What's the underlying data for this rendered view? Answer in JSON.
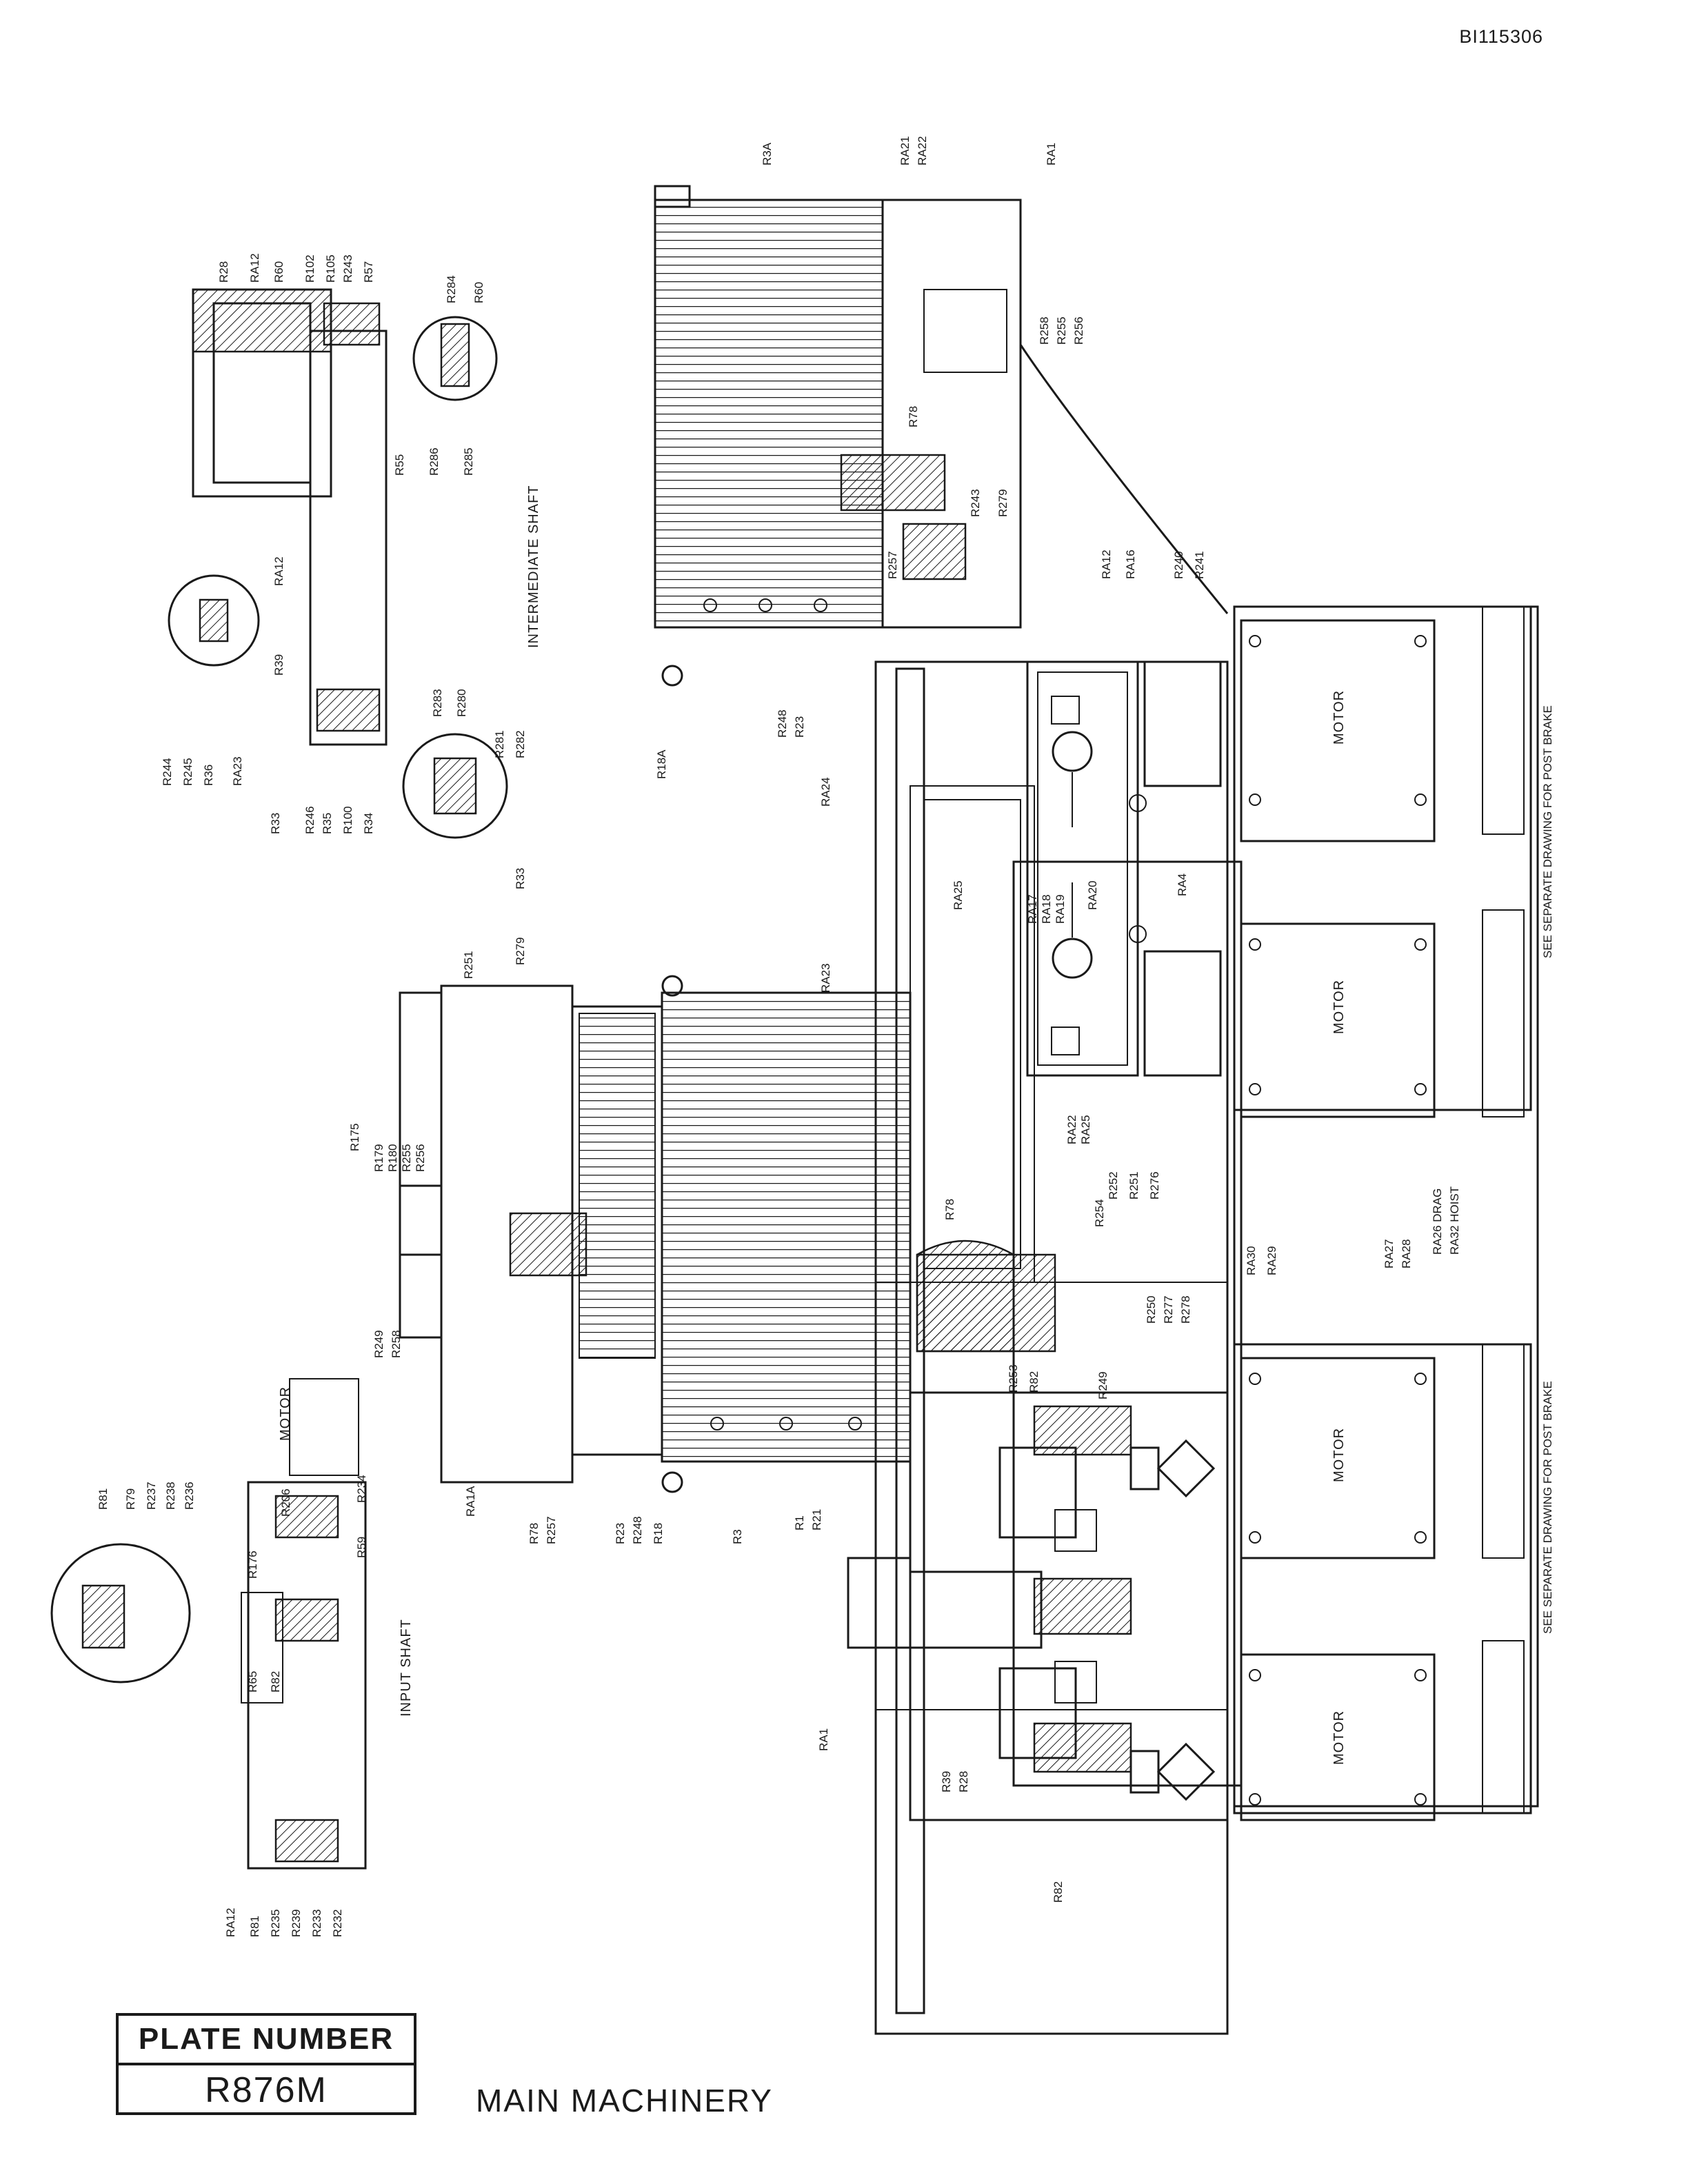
{
  "document": {
    "doc_id": "BI115306"
  },
  "plate": {
    "header": "PLATE NUMBER",
    "number": "R876M",
    "title": "MAIN MACHINERY"
  },
  "views": {
    "intermediate_shaft": "INTERMEDIATE SHAFT",
    "input_shaft": "INPUT SHAFT"
  },
  "components": {
    "motor": "MOTOR",
    "brake_note": "SEE SEPARATE DRAWING FOR POST BRAKE",
    "drag": "RA26 DRAG",
    "hoist": "RA32 HOIST"
  },
  "callouts": {
    "c01": "R28",
    "c02": "RA12",
    "c03": "R60",
    "c04": "R102",
    "c05": "R105",
    "c06": "R243",
    "c07": "R57",
    "c08": "R55",
    "c09": "R284",
    "c10": "R60",
    "c11": "R286",
    "c12": "R285",
    "c13": "RA12",
    "c14": "R39",
    "c15": "R244",
    "c16": "R245",
    "c17": "R36",
    "c18": "RA23",
    "c19": "R33",
    "c20": "R246",
    "c21": "R35",
    "c22": "R100",
    "c23": "R34",
    "c24": "R283",
    "c25": "R280",
    "c26": "R281",
    "c27": "R282",
    "c28": "R33",
    "c29": "R3A",
    "c30": "RA21",
    "c31": "RA22",
    "c32": "RA1",
    "c33": "R258",
    "c34": "R255",
    "c35": "R256",
    "c36": "R78",
    "c37": "R243",
    "c38": "R279",
    "c39": "R257",
    "c40": "R248",
    "c41": "R23",
    "c42": "R18A",
    "c43": "RA12",
    "c44": "RA16",
    "c45": "R240",
    "c46": "R241",
    "c47": "RA24",
    "c48": "RA25",
    "c49": "RA17",
    "c50": "RA18",
    "c51": "RA19",
    "c52": "RA20",
    "c53": "RA4",
    "c54": "RA23",
    "c55": "R251",
    "c56": "R279",
    "c57": "R175",
    "c58": "R179",
    "c59": "R180",
    "c60": "R255",
    "c61": "R256",
    "c62": "RA22",
    "c63": "RA25",
    "c64": "R252",
    "c65": "R251",
    "c66": "R276",
    "c67": "R254",
    "c68": "R78",
    "c69": "R250",
    "c70": "R277",
    "c71": "R278",
    "c72": "R249",
    "c73": "R258",
    "c74": "R253",
    "c75": "R82",
    "c76": "R249",
    "c77": "RA1A",
    "c78": "R78",
    "c79": "R257",
    "c80": "R23",
    "c81": "R248",
    "c82": "R18",
    "c83": "R3",
    "c84": "R1",
    "c85": "R21",
    "c86": "RA30",
    "c87": "RA29",
    "c88": "RA27",
    "c89": "RA28",
    "c90": "R81",
    "c91": "R79",
    "c92": "R237",
    "c93": "R238",
    "c94": "R236",
    "c95": "R206",
    "c96": "R234",
    "c97": "R59",
    "c98": "R176",
    "c99": "R65",
    "c100": "R82",
    "c101": "RA12",
    "c102": "R81",
    "c103": "R235",
    "c104": "R239",
    "c105": "R233",
    "c106": "R232",
    "c107": "RA1",
    "c108": "R39",
    "c109": "R28",
    "c110": "R82"
  }
}
